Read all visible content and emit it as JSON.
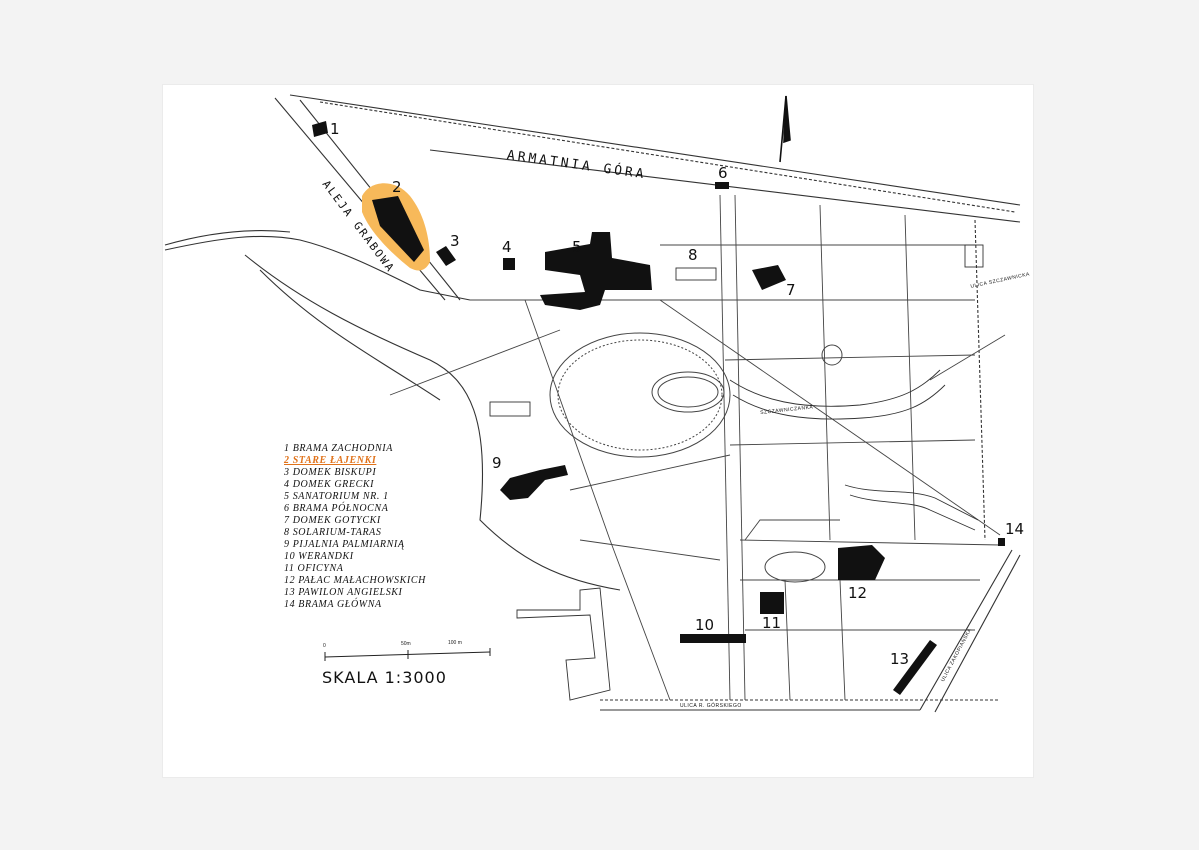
{
  "streets": {
    "armatnia": "ARMATNIA GÓRA",
    "aleja": "ALEJA GRABOWA",
    "ulica_right": "ULICA ZAKOPIAŃSKA",
    "ulica_bottom": "ULICA R. GÓRSKIEGO",
    "ulica_corner": "ULICA SZCZAWNICKA",
    "stream": "SZCZAWNICZANKA"
  },
  "markers": [
    "1",
    "2",
    "3",
    "4",
    "5",
    "6",
    "7",
    "8",
    "9",
    "10",
    "11",
    "12",
    "13",
    "14"
  ],
  "legend": [
    "1 BRAMA ZACHODNIA",
    "2 STARE ŁAJENKI",
    "3 DOMEK BISKUPI",
    "4 DOMEK GRECKI",
    "5 SANATORIUM NR. 1",
    "6 BRAMA PÓŁNOCNA",
    "7 DOMEK GOTYCKI",
    "8 SOLARIUM-TARAS",
    "9 PIJALNIA PALMIARNIĄ",
    "10 WERANDKI",
    "11 OFICYNA",
    "12 PAŁAC MAŁACHOWSKICH",
    "13 PAWILON ANGIELSKI",
    "14 BRAMA GŁÓWNA"
  ],
  "highlight_index": 1,
  "scale": {
    "t0": "0",
    "t1": "50m",
    "t2": "100 m",
    "title": "SKALA  1:3000"
  },
  "colors": {
    "highlight": "#f7b95a",
    "ink": "#111111",
    "highlight_text": "#e0721a"
  }
}
